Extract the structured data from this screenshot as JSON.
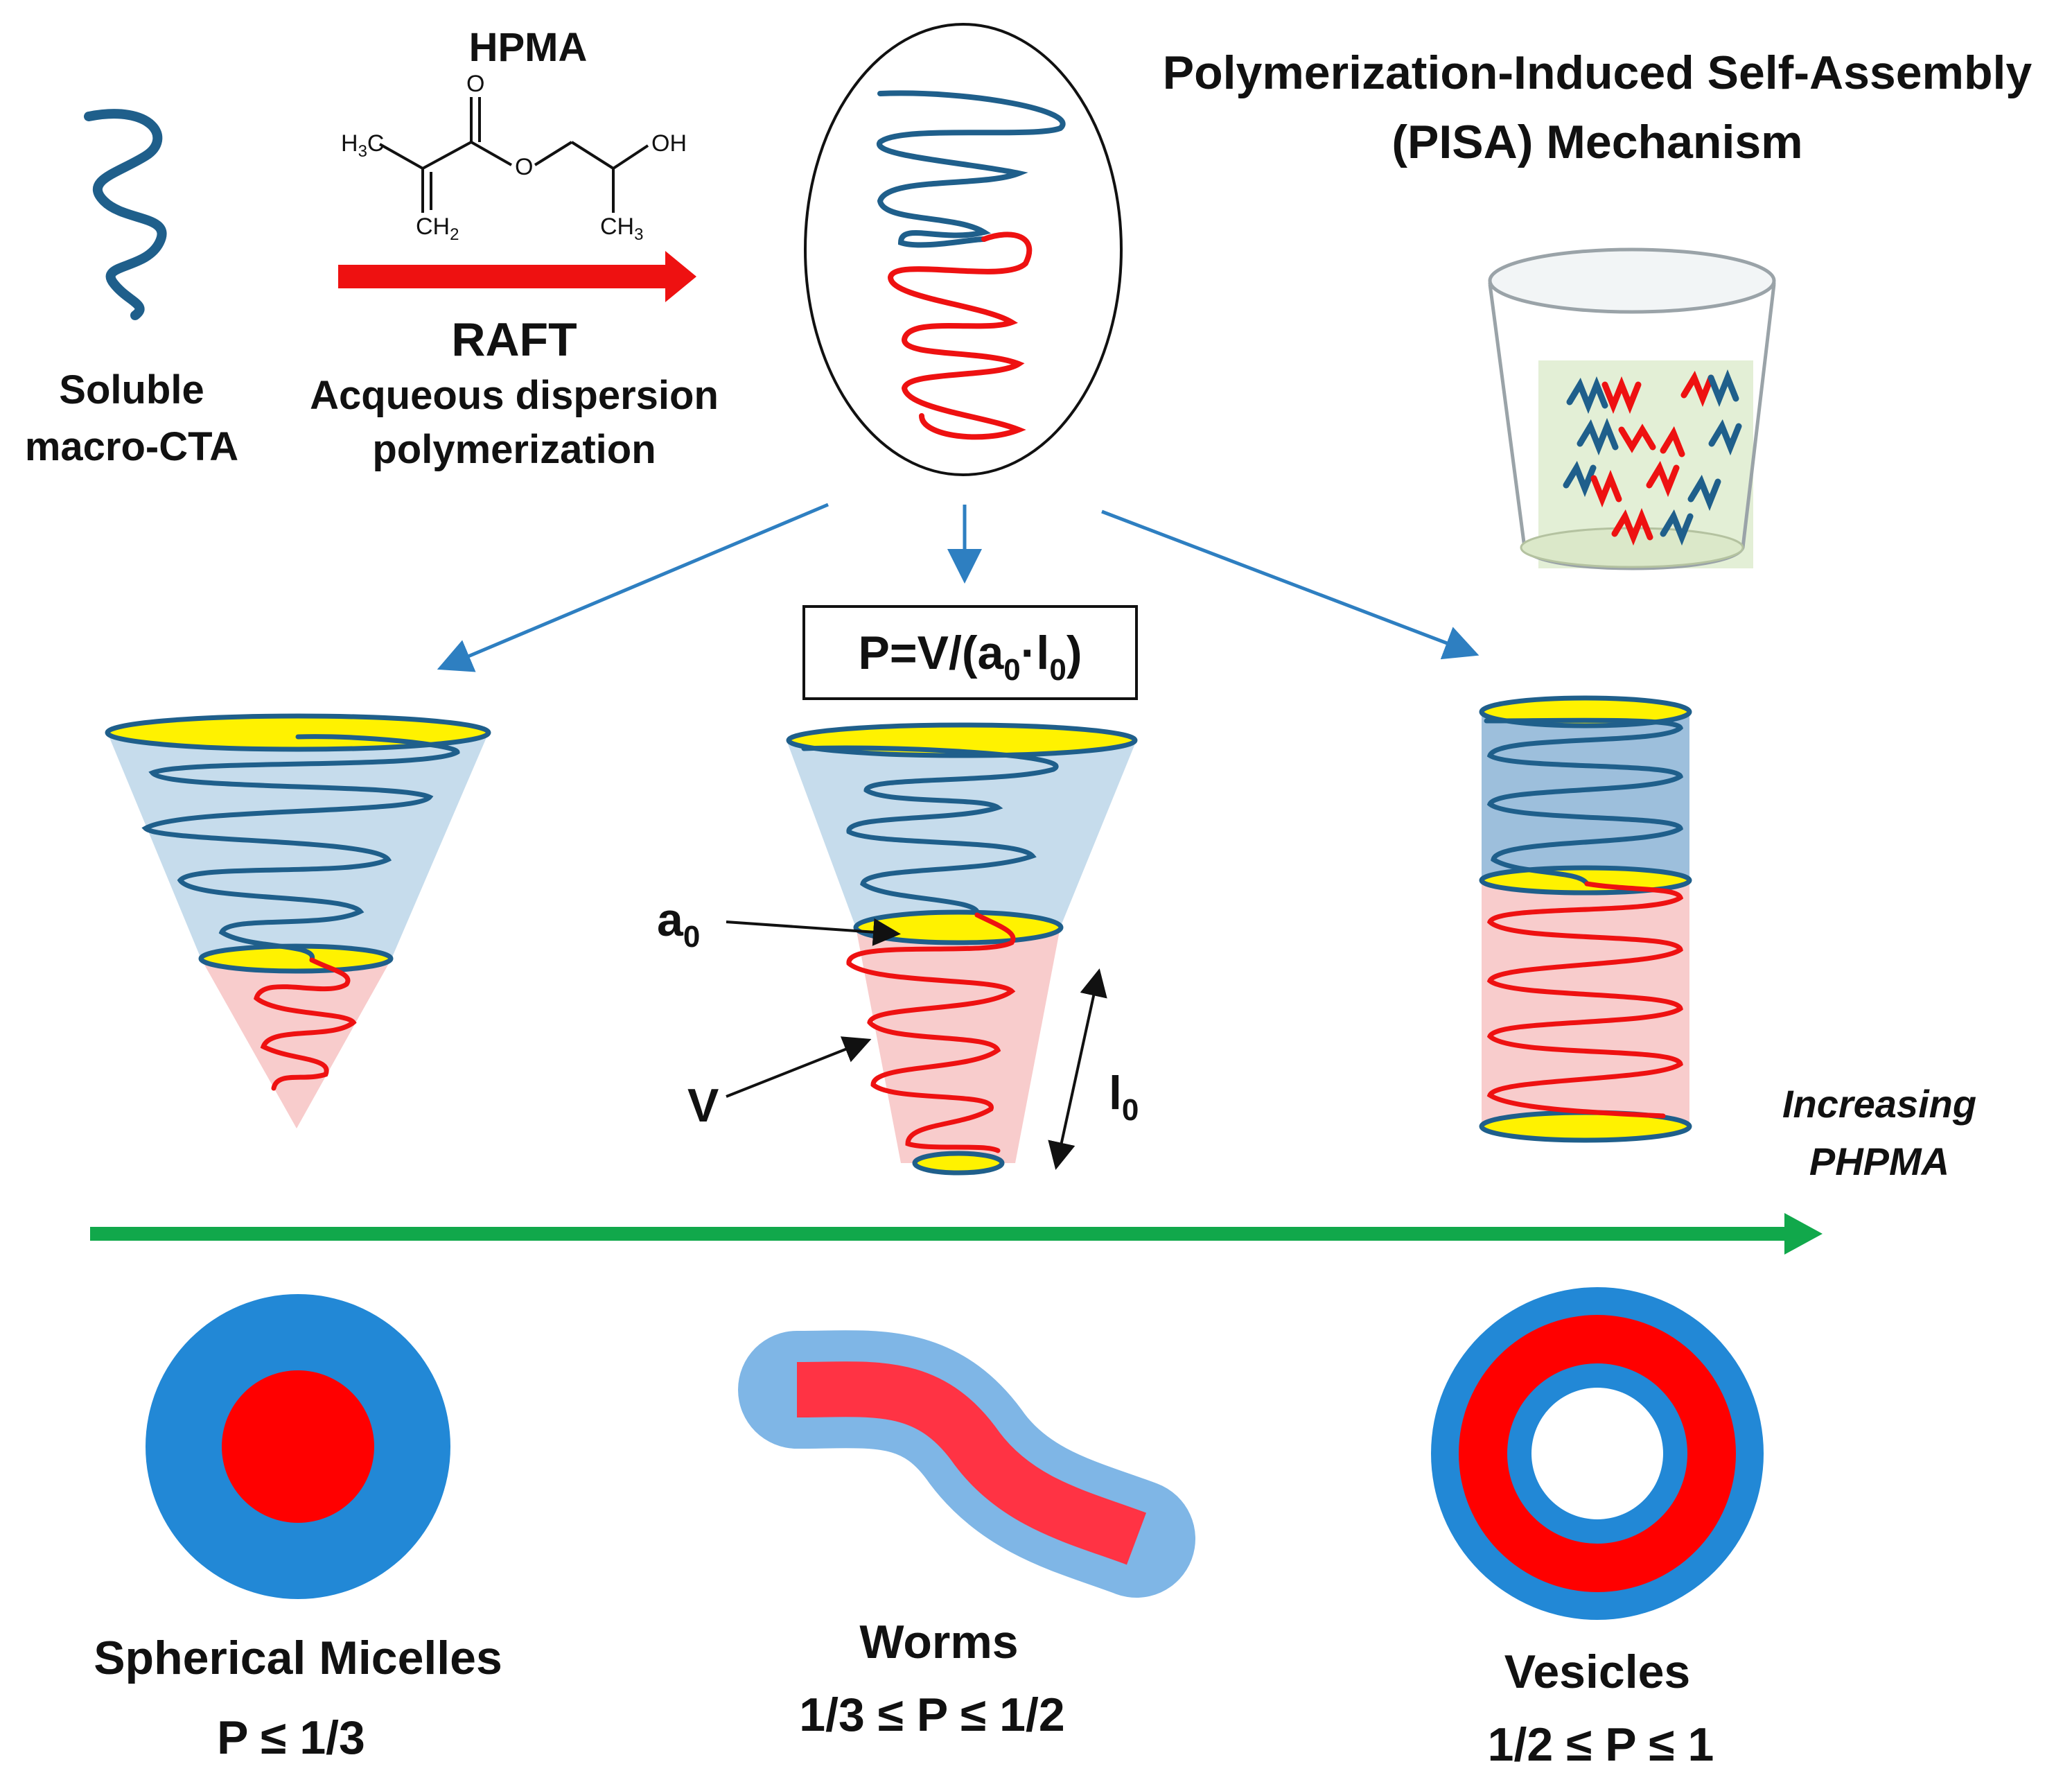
{
  "title_line1": "Polymerization-Induced Self-Assembly",
  "title_line2": "(PISA) Mechanism",
  "macro_cta_line1": "Soluble",
  "macro_cta_line2": "macro-CTA",
  "monomer_name": "HPMA",
  "chem": {
    "h3c": "H",
    "h3c_sub": "3",
    "h3c_c": "C",
    "o_top": "O",
    "o_ester": "O",
    "oh": "OH",
    "ch2": "CH",
    "ch2_sub": "2",
    "ch3": "CH",
    "ch3_sub": "3"
  },
  "raft_label": "RAFT",
  "raft_sub_line1": "Acqueous dispersion",
  "raft_sub_line2": "polymerization",
  "packing_formula": {
    "p_eq": "P=V/(a",
    "sub0": "0",
    "dot_l": "·l",
    "sub1": "0",
    "close": ")"
  },
  "annot_a": "a",
  "annot_a_sub": "0",
  "annot_v": "V",
  "annot_l": "l",
  "annot_l_sub": "0",
  "axis_label_line1": "Increasing",
  "axis_label_line2": "PHPMA",
  "morphologies": [
    {
      "name": "Spherical Micelles",
      "range": "P ≤ 1/3"
    },
    {
      "name": "Worms",
      "range": "1/3 ≤ P ≤ 1/2"
    },
    {
      "name": "Vesicles",
      "range": "1/2 ≤ P ≤ 1"
    }
  ],
  "colors": {
    "corona_blue": "#1f5f8b",
    "core_red": "#ee1111",
    "light_blue": "#c6dcec",
    "light_red": "#f8cccc",
    "interface_yellow": "#fff200",
    "arrow_red": "#ee1111",
    "arrow_blue": "#2e7fc1",
    "arrow_green": "#11a84b",
    "shape_blue": "#2288d6",
    "worm_shell": "#7fb6e6",
    "worm_core": "#ff3344"
  }
}
